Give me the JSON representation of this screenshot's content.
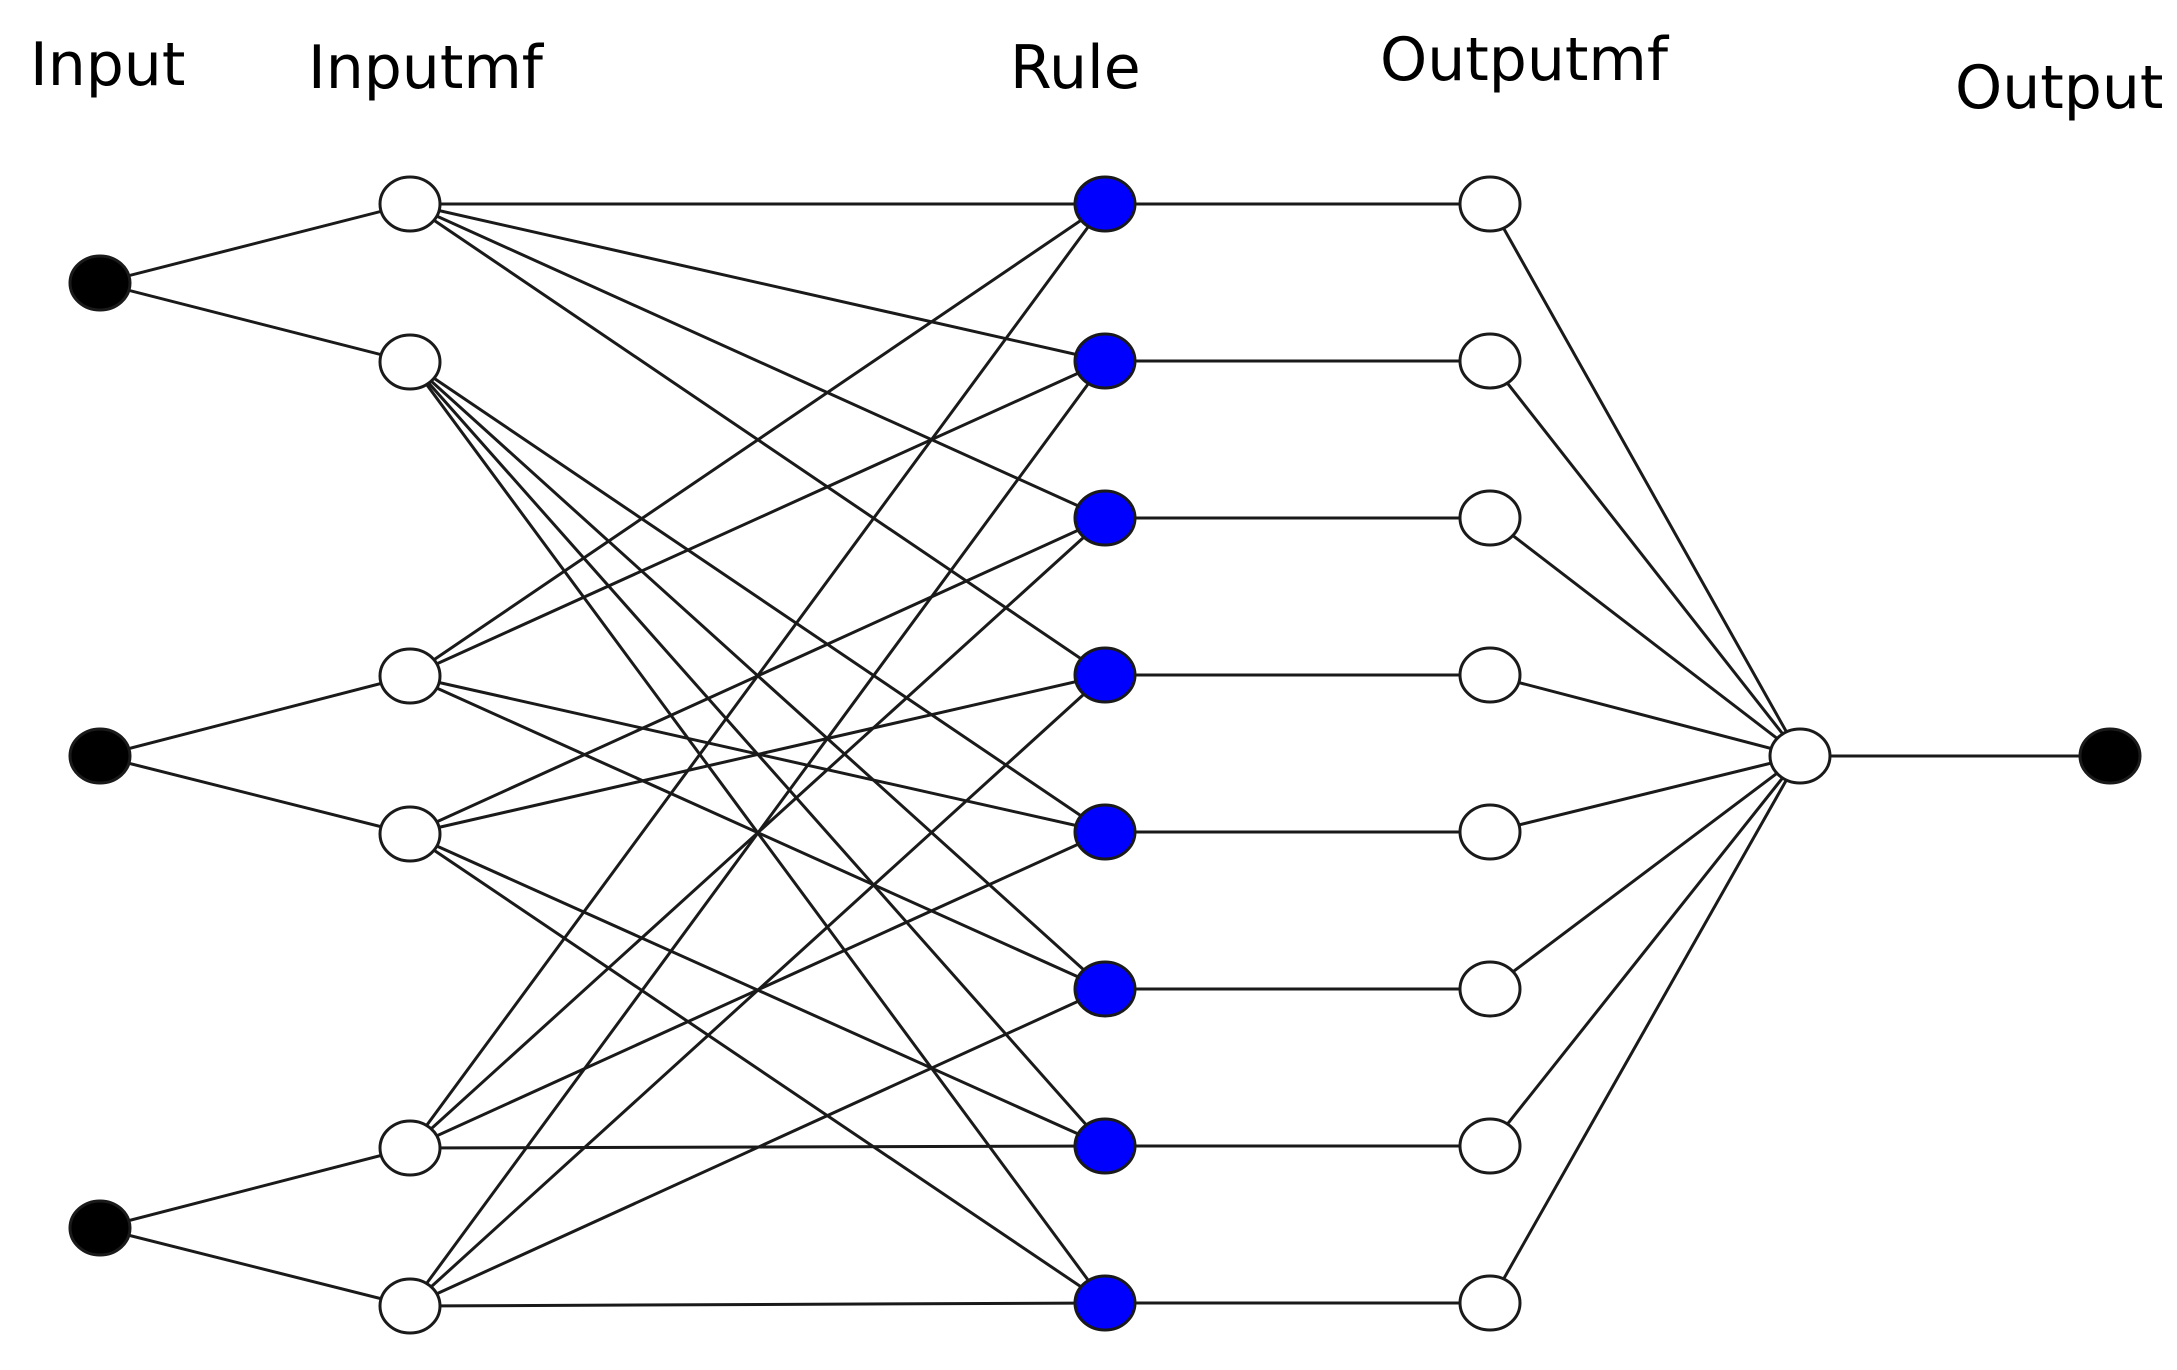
{
  "layer_labels": {
    "input": "Input",
    "inputmf": "Inputmf",
    "rule": "Rule",
    "outputmf": "Outputmf",
    "output": "Output"
  },
  "colors": {
    "input_node": "#000000",
    "inputmf_node": "#ffffff",
    "rule_node": "#0000ff",
    "outputmf_node": "#ffffff",
    "sum_node": "#ffffff",
    "output_node": "#000000",
    "edge": "#1a1a1a"
  },
  "network": {
    "inputs": 3,
    "inputmfs_per_input": 2,
    "rules": 8,
    "outputmfs": 8,
    "outputs": 1
  }
}
